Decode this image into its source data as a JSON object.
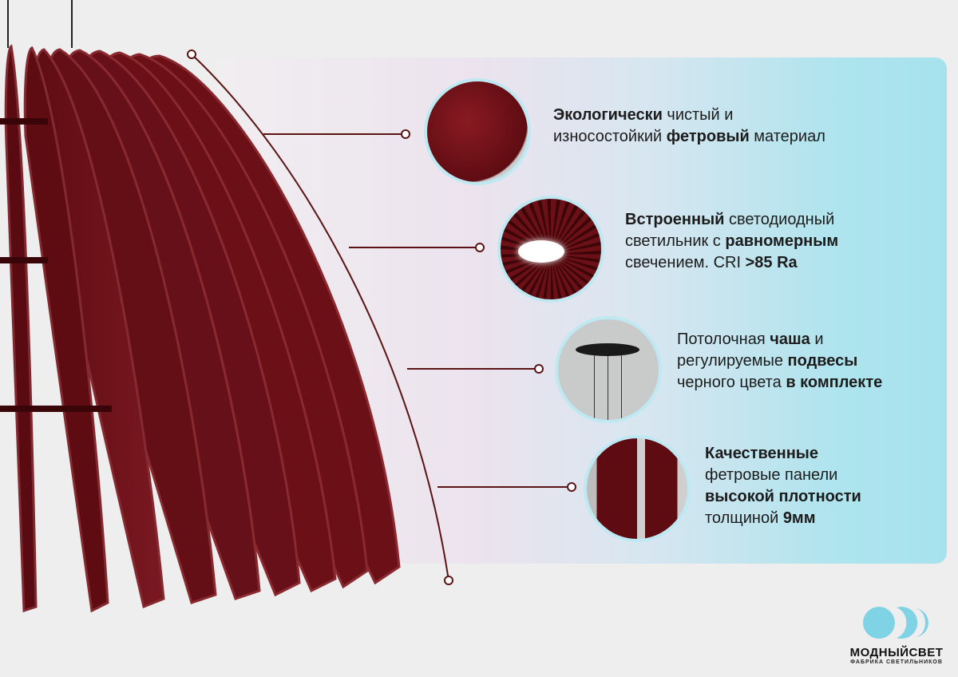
{
  "features": [
    {
      "lines": [
        [
          {
            "t": "Экологически",
            "b": true
          },
          {
            "t": " чистый и",
            "b": false
          }
        ],
        [
          {
            "t": "износостойкий ",
            "b": false
          },
          {
            "t": "фетровый",
            "b": true
          },
          {
            "t": " материал",
            "b": false
          }
        ]
      ],
      "image": "felt-texture"
    },
    {
      "lines": [
        [
          {
            "t": "Встроенный",
            "b": true
          },
          {
            "t": " светодиодный",
            "b": false
          }
        ],
        [
          {
            "t": "светильник с ",
            "b": false
          },
          {
            "t": "равномерным",
            "b": true
          }
        ],
        [
          {
            "t": "свечением. CRI ",
            "b": false
          },
          {
            "t": ">85 Ra",
            "b": true
          }
        ]
      ],
      "image": "led-underside"
    },
    {
      "lines": [
        [
          {
            "t": "Потолочная ",
            "b": false
          },
          {
            "t": "чаша",
            "b": true
          },
          {
            "t": " и",
            "b": false
          }
        ],
        [
          {
            "t": "регулируемые ",
            "b": false
          },
          {
            "t": "подвесы",
            "b": true
          }
        ],
        [
          {
            "t": "черного цвета ",
            "b": false
          },
          {
            "t": "в комплекте",
            "b": true
          }
        ]
      ],
      "image": "ceiling-canopy"
    },
    {
      "lines": [
        [
          {
            "t": "Качественные",
            "b": true
          }
        ],
        [
          {
            "t": "фетровые панели",
            "b": false
          }
        ],
        [
          {
            "t": "высокой плотности",
            "b": true
          }
        ],
        [
          {
            "t": "толщиной ",
            "b": false
          },
          {
            "t": "9мм",
            "b": true
          }
        ]
      ],
      "image": "felt-panels"
    }
  ],
  "logo": {
    "name": "МОДНЫЙСВЕТ",
    "subtitle": "ФАБРИКА СВЕТИЛЬНИКОВ"
  },
  "colors": {
    "felt": "#6e1117",
    "line": "#5a1414",
    "accent": "#a6e2ed"
  }
}
